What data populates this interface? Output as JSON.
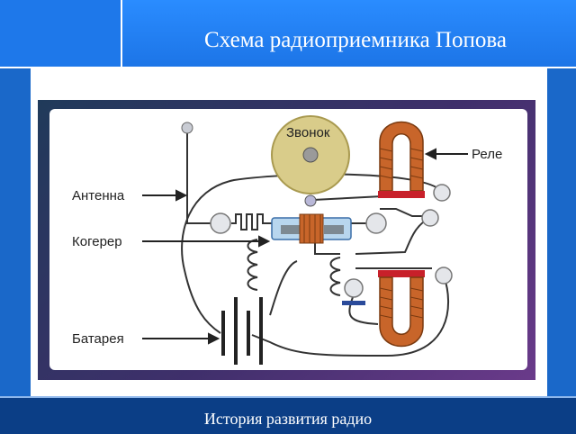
{
  "slide": {
    "title": "Схема радиоприемника Попова",
    "footer": "История развития радио"
  },
  "diagram": {
    "labels": {
      "bell": "Звонок",
      "relay": "Реле",
      "antenna": "Антенна",
      "coherer": "Когерер",
      "battery": "Батарея"
    }
  },
  "colors": {
    "header": "#1c74e6",
    "footer": "#0b3e86",
    "coil": "#c8652a",
    "bell": "#d9cc8a",
    "armature": "#c8202a"
  }
}
